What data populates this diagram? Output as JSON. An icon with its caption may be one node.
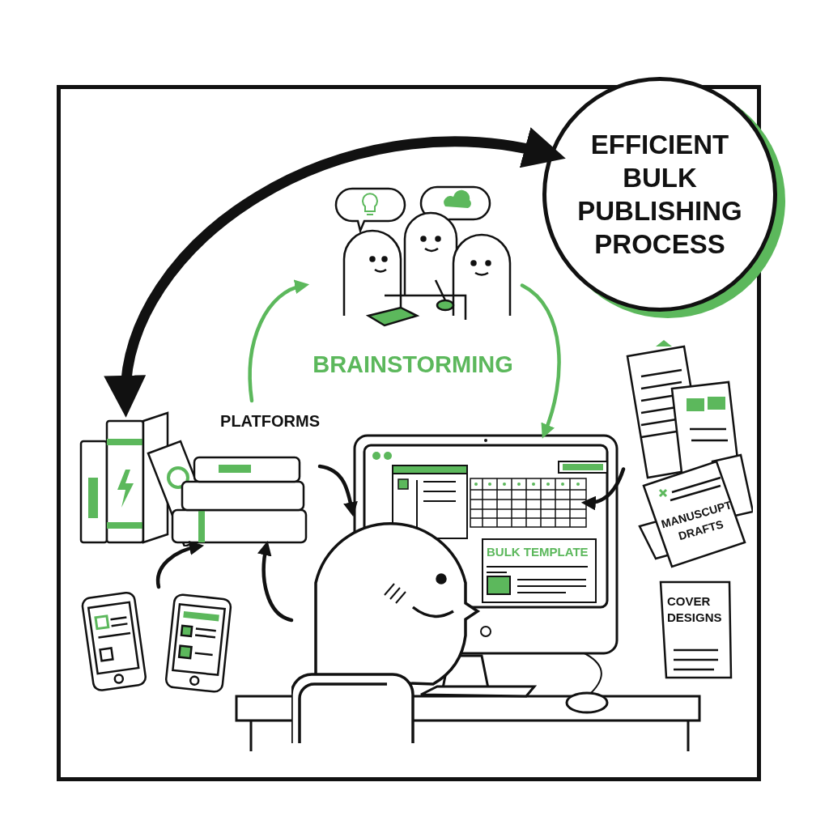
{
  "diagram": {
    "nodes": [
      {
        "text": [
          "EFFICIENT BULK PUBLISHING PROCESS"
        ]
      },
      {
        "text": [
          "BRAINSTORMING"
        ]
      },
      {
        "text": [
          "PLATFORMS"
        ]
      },
      {
        "text": [],
        "shape": "picture"
      },
      {
        "text": [
          "BULK TEMPLATE"
        ]
      },
      {
        "text": [],
        "shape": "picture",
        "in": 4
      },
      {
        "text": [
          "MANUSCUPT DRAFTS"
        ]
      },
      {
        "text": [
          "COVER DESIGNS"
        ]
      },
      {
        "text": [],
        "shape": "person"
      }
    ],
    "edges": [
      {
        "from": 2,
        "to": 0,
        "arrow": "both",
        "style": "thick"
      },
      {
        "from": 2,
        "to": 1,
        "arrow": "to",
        "color": "#5cb85c"
      },
      {
        "from": 1,
        "to": 4,
        "arrow": "to",
        "color": "#5cb85c"
      },
      {
        "from": 2,
        "to": 4,
        "arrow": "to"
      },
      {
        "from": 6,
        "to": 5,
        "arrow": "to"
      },
      {
        "from": 3,
        "to": 2,
        "arrow": "to"
      },
      {
        "from": 8,
        "to": 2,
        "arrow": "to"
      }
    ]
  }
}
